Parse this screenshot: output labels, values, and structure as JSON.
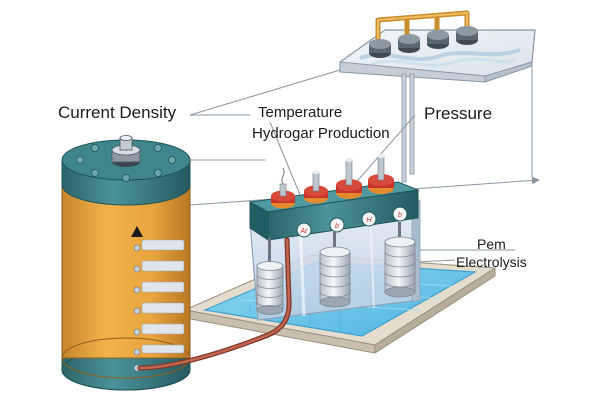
{
  "labels": {
    "current_density": "Current Density",
    "temperature": "Temperature",
    "hydrogen_production": "Hydrogar Production",
    "pressure": "Pressure",
    "pem_line1": "Pem",
    "pem_line2": "Electrolysis"
  },
  "terminal_marks": [
    "Ar",
    "b",
    "H",
    "b"
  ],
  "colors": {
    "cylinder_body": "#e9a53e",
    "cylinder_cap": "#3d7f86",
    "cell_top": "#2f7c80",
    "terminal_red": "#c8332b",
    "terminal_orange": "#e58a2c",
    "water_bed": "#6fc8ea",
    "wire": "#b0503d",
    "pipe": "#d79a36",
    "panel": "#e6edf2"
  }
}
